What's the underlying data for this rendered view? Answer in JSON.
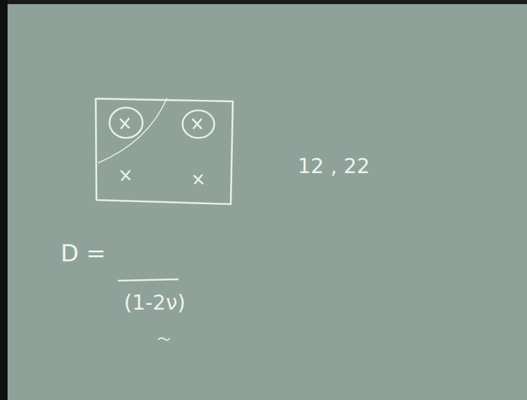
{
  "diagram": {
    "labels": [
      "12 , 22",
      "D =",
      "(1-2ν)"
    ]
  }
}
